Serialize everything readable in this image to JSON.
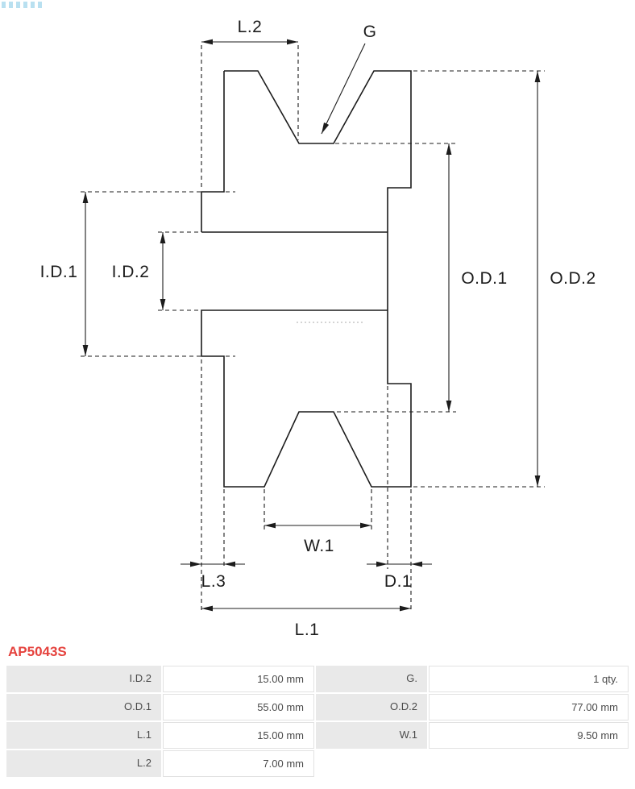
{
  "part_number": "AP5043S",
  "colors": {
    "accent": "#e5423d",
    "line": "#1c1c1c",
    "table_label_bg": "#e9e9e9"
  },
  "diagram": {
    "type": "pulley-cross-section",
    "labels": {
      "l2": "L.2",
      "g": "G",
      "id1": "I.D.1",
      "id2": "I.D.2",
      "od1": "O.D.1",
      "od2": "O.D.2",
      "w1": "W.1",
      "l3": "L.3",
      "d1": "D.1",
      "l1": "L.1"
    }
  },
  "spec_table": {
    "rows": [
      {
        "label1": "I.D.2",
        "value1": "15.00 mm",
        "label2": "G.",
        "value2": "1 qty."
      },
      {
        "label1": "O.D.1",
        "value1": "55.00 mm",
        "label2": "O.D.2",
        "value2": "77.00 mm"
      },
      {
        "label1": "L.1",
        "value1": "15.00 mm",
        "label2": "W.1",
        "value2": "9.50 mm"
      },
      {
        "label1": "L.2",
        "value1": "7.00 mm",
        "label2": "",
        "value2": ""
      }
    ]
  }
}
